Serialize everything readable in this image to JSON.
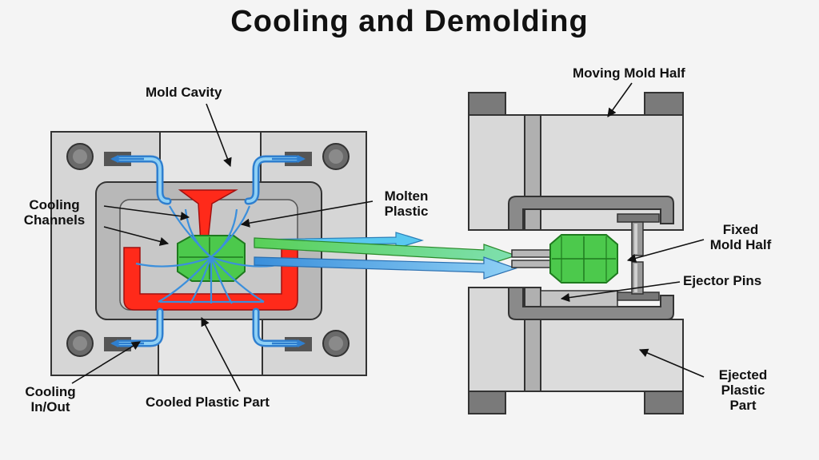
{
  "title": "Cooling and Demolding",
  "labels": {
    "mold_cavity": "Mold Cavity",
    "cooling_channels": [
      "Cooling",
      "Channels"
    ],
    "molten_plastic": [
      "Molten",
      "Plastic"
    ],
    "cooling_in_out": [
      "Cooling",
      "In/Out"
    ],
    "cooled_part": "Cooled Plastic Part",
    "moving_half": "Moving Mold Half",
    "fixed_half": [
      "Fixed",
      "Mold Half"
    ],
    "ejector_pins": "Ejector Pins",
    "ejected_part": [
      "Ejected",
      "Plastic",
      "Part"
    ]
  },
  "colors": {
    "background": "#f4f4f4",
    "steel_light": "#dadada",
    "steel_mid": "#b4b4b4",
    "steel_dark": "#6e6e6e",
    "molten": "#ff2a1a",
    "part_green": "#4cc94c",
    "coolant_blue": "#4aa3e8",
    "arrow_cyan": "#59c8f0"
  }
}
